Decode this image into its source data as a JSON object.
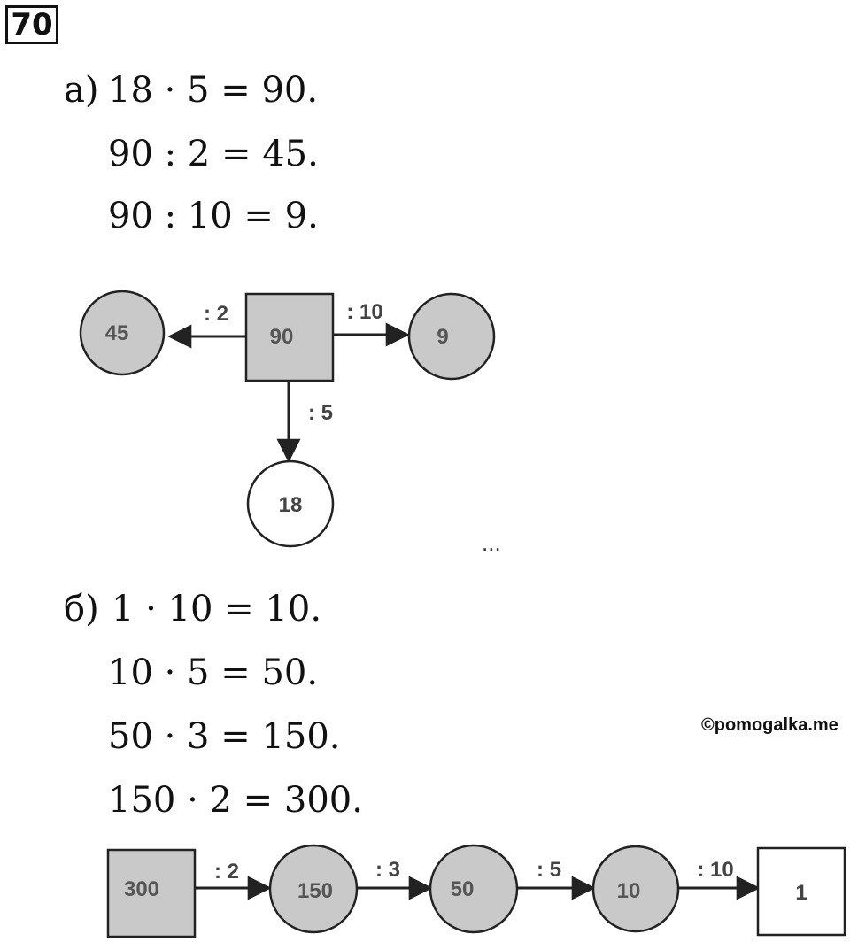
{
  "task_number": "70",
  "part_a": {
    "label": "а)",
    "equations": [
      "18 · 5 = 90.",
      "90 : 2 = 45.",
      "90 : 10 = 9."
    ],
    "diagram": {
      "center": "90",
      "left_node": "45",
      "right_node": "9",
      "bottom_node": "18",
      "left_edge": ": 2",
      "right_edge": ": 10",
      "bottom_edge": ": 5"
    }
  },
  "ellipsis": "...",
  "part_b": {
    "label": "б)",
    "equations": [
      "1 · 10 = 10.",
      "10 · 5 = 50.",
      "50 · 3 = 150.",
      "150 · 2 = 300."
    ],
    "chain": {
      "nodes": [
        "300",
        "150",
        "50",
        "10",
        "1"
      ],
      "edges": [
        ": 2",
        ": 3",
        ": 5",
        ": 10"
      ]
    }
  },
  "watermark": "©pomogalka.me",
  "colors": {
    "shaded": "#c9c9c9",
    "stroke": "#222222",
    "text_gray": "#555555"
  }
}
